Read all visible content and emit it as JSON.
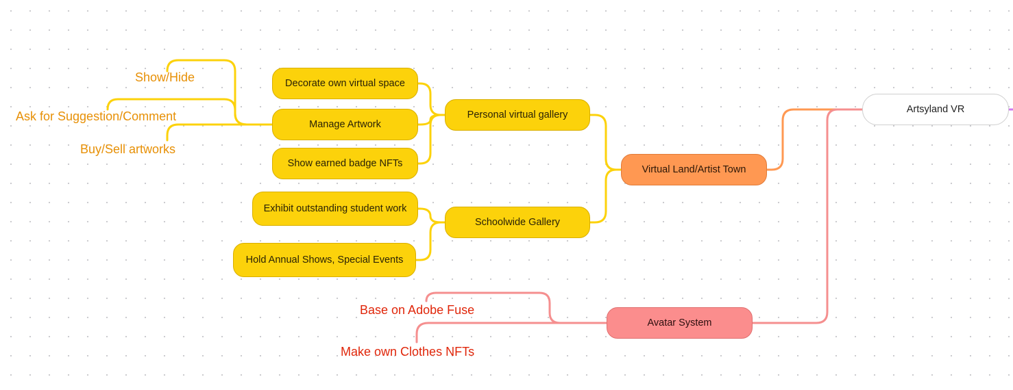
{
  "root": {
    "label": "Artsyland VR"
  },
  "branches": {
    "virtual_land": {
      "label": "Virtual Land/Artist Town"
    },
    "avatar_system": {
      "label": "Avatar System"
    }
  },
  "galleries": {
    "personal": {
      "label": "Personal virtual gallery"
    },
    "schoolwide": {
      "label": "Schoolwide Gallery"
    }
  },
  "personal_items": {
    "decorate": "Decorate own virtual space",
    "manage": "Manage Artwork",
    "badges": "Show earned badge NFTs"
  },
  "manage_items": {
    "show_hide": "Show/Hide",
    "suggestion": "Ask for Suggestion/Comment",
    "buy_sell": "Buy/Sell artworks"
  },
  "schoolwide_items": {
    "exhibit": "Exhibit outstanding student work",
    "annual": "Hold Annual Shows, Special Events"
  },
  "avatar_items": {
    "adobe_fuse": "Base on Adobe Fuse",
    "clothes": "Make own Clothes NFTs"
  },
  "colors": {
    "yellow": "#fcd20b",
    "orange": "#ff9852",
    "pink": "#fb8d8d",
    "amber_text": "#e79006",
    "red_text": "#e0260a",
    "accent_purple": "#d17bf0"
  }
}
